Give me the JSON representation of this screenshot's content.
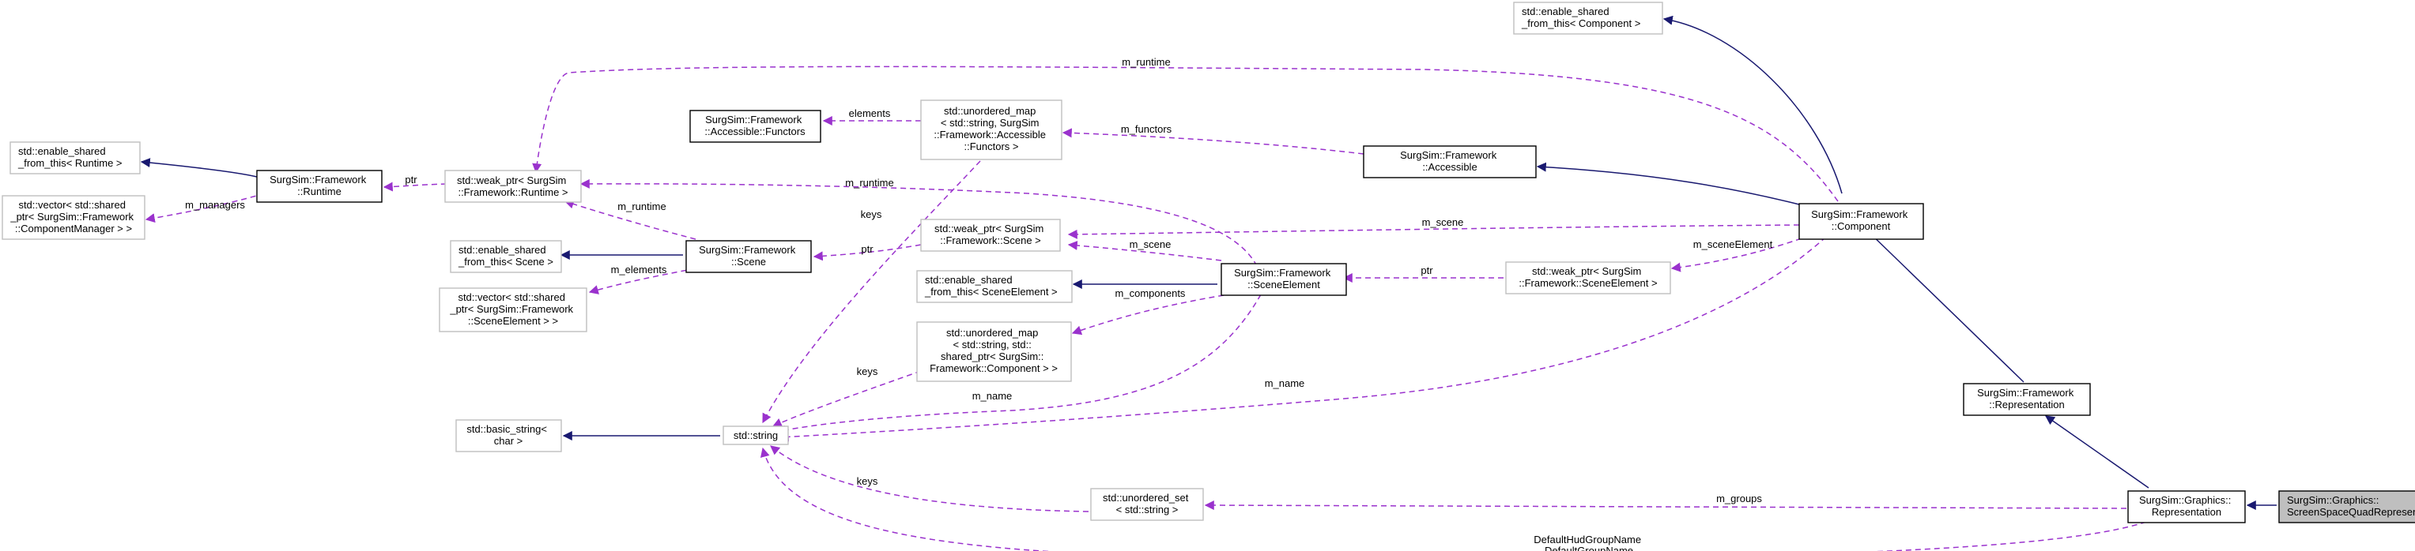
{
  "nodes": {
    "esc": [
      "std::enable_shared",
      "_from_this< Component >"
    ],
    "runtime_wp": [
      "std::weak_ptr< SurgSim",
      "::Framework::Runtime >"
    ],
    "accessible_functors": [
      "SurgSim::Framework",
      "::Accessible::Functors"
    ],
    "umap_functors": [
      "std::unordered_map",
      "< std::string, SurgSim",
      "::Framework::Accessible",
      "::Functors >"
    ],
    "accessible": [
      "SurgSim::Framework",
      "::Accessible"
    ],
    "esr": [
      "std::enable_shared",
      "_from_this< Runtime >"
    ],
    "runtime": [
      "SurgSim::Framework",
      "::Runtime"
    ],
    "vec_cm": [
      "std::vector< std::shared",
      "_ptr< SurgSim::Framework",
      "::ComponentManager > >"
    ],
    "component": [
      "SurgSim::Framework",
      "::Component"
    ],
    "scene_wp": [
      "std::weak_ptr< SurgSim",
      "::Framework::Scene >"
    ],
    "ess": [
      "std::enable_shared",
      "_from_this< Scene >"
    ],
    "scene": [
      "SurgSim::Framework",
      "::Scene"
    ],
    "scene_element": [
      "SurgSim::Framework",
      "::SceneElement"
    ],
    "se_wp": [
      "std::weak_ptr< SurgSim",
      "::Framework::SceneElement >"
    ],
    "esse": [
      "std::enable_shared",
      "_from_this< SceneElement >"
    ],
    "vec_se": [
      "std::vector< std::shared",
      "_ptr< SurgSim::Framework",
      "::SceneElement > >"
    ],
    "umap_comp": [
      "std::unordered_map",
      "< std::string, std::",
      "shared_ptr< SurgSim::",
      "Framework::Component > >"
    ],
    "fw_rep": [
      "SurgSim::Framework",
      "::Representation"
    ],
    "basic_string": [
      "std::basic_string<",
      " char >"
    ],
    "string": [
      "std::string"
    ],
    "uset": [
      "std::unordered_set",
      "< std::string >"
    ],
    "gfx_rep": [
      "SurgSim::Graphics::",
      "Representation"
    ],
    "ssqr": [
      "SurgSim::Graphics::",
      "ScreenSpaceQuadRepresentation"
    ]
  },
  "edges": {
    "m_runtime_top": [
      "m_runtime"
    ],
    "elements": [
      "elements"
    ],
    "m_functors": [
      "m_functors"
    ],
    "ptr_runtime": [
      "ptr"
    ],
    "m_managers": [
      "m_managers"
    ],
    "m_runtime_se": [
      "m_runtime"
    ],
    "m_runtime_scene": [
      "m_runtime"
    ],
    "keys_umap_functors": [
      "keys"
    ],
    "m_scene_comp": [
      "m_scene"
    ],
    "m_scene_se": [
      "m_scene"
    ],
    "ptr_scene": [
      "ptr"
    ],
    "m_sceneElement": [
      "m_sceneElement"
    ],
    "ptr_se": [
      "ptr"
    ],
    "m_elements": [
      "m_elements"
    ],
    "m_components": [
      "m_components"
    ],
    "keys_umap_comp": [
      "keys"
    ],
    "m_name_se": [
      "m_name"
    ],
    "m_name_comp": [
      "m_name"
    ],
    "keys_uset": [
      "keys"
    ],
    "m_groups": [
      "m_groups"
    ],
    "default_names": [
      "DefaultHudGroupName",
      "DefaultGroupName"
    ]
  },
  "colors": {
    "inheritance_edge": "#191970",
    "usage_edge": "#9a32cd",
    "node_border": "#000000",
    "external_node_border": "#bfbfbf",
    "focus_node_fill": "#bfbfbf"
  }
}
